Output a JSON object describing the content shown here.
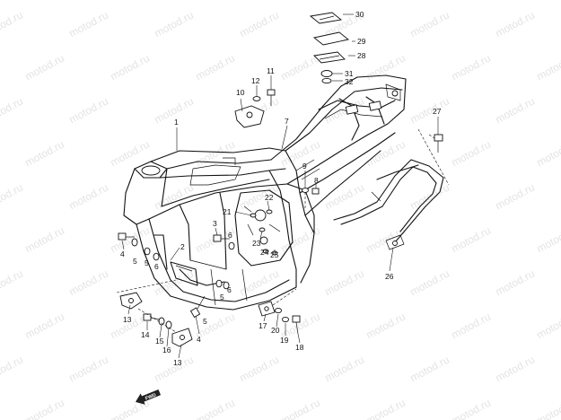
{
  "watermark": {
    "text": "motod.ru"
  },
  "callouts": [
    {
      "id": "c1",
      "label": "1"
    },
    {
      "id": "c2",
      "label": "2"
    },
    {
      "id": "c3",
      "label": "3"
    },
    {
      "id": "c4a",
      "label": "4"
    },
    {
      "id": "c4b",
      "label": "4"
    },
    {
      "id": "c5a",
      "label": "5"
    },
    {
      "id": "c5b",
      "label": "5"
    },
    {
      "id": "c5c",
      "label": "5"
    },
    {
      "id": "c5d",
      "label": "5"
    },
    {
      "id": "c6a",
      "label": "6"
    },
    {
      "id": "c6b",
      "label": "6"
    },
    {
      "id": "c6c",
      "label": "6"
    },
    {
      "id": "c7",
      "label": "7"
    },
    {
      "id": "c8",
      "label": "8"
    },
    {
      "id": "c9",
      "label": "9"
    },
    {
      "id": "c10",
      "label": "10"
    },
    {
      "id": "c11",
      "label": "11"
    },
    {
      "id": "c12",
      "label": "12"
    },
    {
      "id": "c13a",
      "label": "13"
    },
    {
      "id": "c13b",
      "label": "13"
    },
    {
      "id": "c14",
      "label": "14"
    },
    {
      "id": "c15",
      "label": "15"
    },
    {
      "id": "c16",
      "label": "16"
    },
    {
      "id": "c17",
      "label": "17"
    },
    {
      "id": "c18",
      "label": "18"
    },
    {
      "id": "c19",
      "label": "19"
    },
    {
      "id": "c20",
      "label": "20"
    },
    {
      "id": "c21",
      "label": "21"
    },
    {
      "id": "c22",
      "label": "22"
    },
    {
      "id": "c23",
      "label": "23"
    },
    {
      "id": "c24",
      "label": "24"
    },
    {
      "id": "c25",
      "label": "25"
    },
    {
      "id": "c26",
      "label": "26"
    },
    {
      "id": "c27",
      "label": "27"
    },
    {
      "id": "c28",
      "label": "28"
    },
    {
      "id": "c29",
      "label": "29"
    },
    {
      "id": "c30",
      "label": "30"
    },
    {
      "id": "c31",
      "label": "31"
    },
    {
      "id": "c32",
      "label": "32"
    }
  ],
  "direction_tag": {
    "text": "FWD"
  }
}
